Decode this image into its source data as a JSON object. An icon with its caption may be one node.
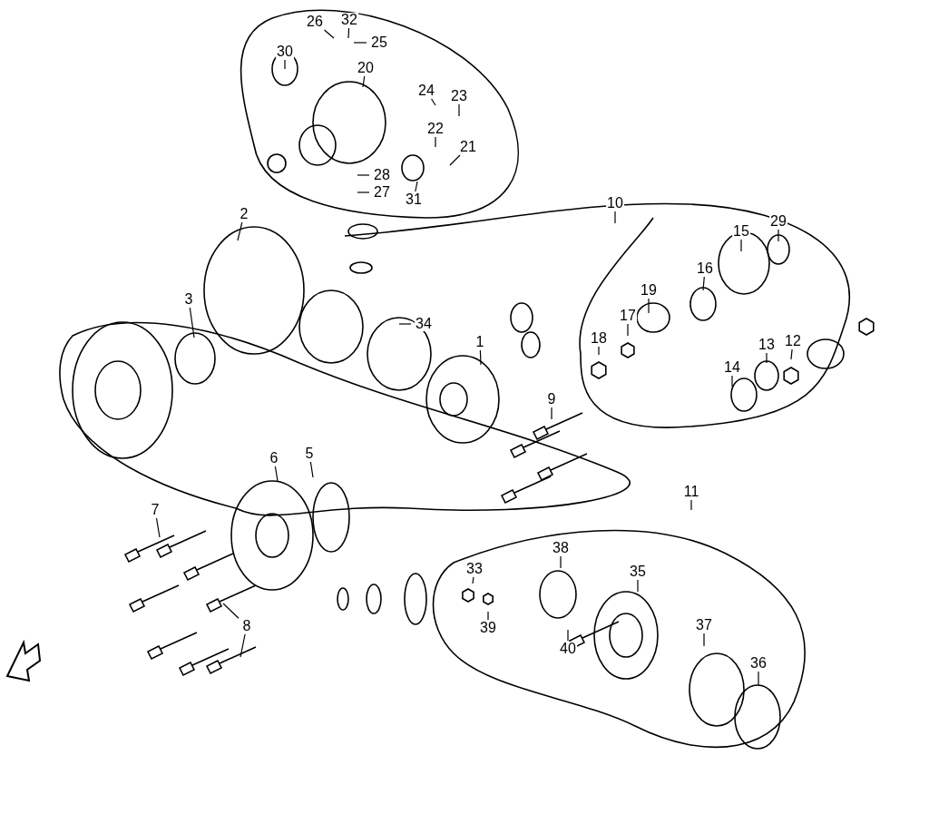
{
  "diagram": {
    "nodes": [
      {
        "text": [
          "26"
        ]
      },
      {
        "text": [
          "32"
        ]
      },
      {
        "text": [
          "25"
        ]
      },
      {
        "text": [
          "30"
        ]
      },
      {
        "text": [
          "20"
        ]
      },
      {
        "text": [
          "24"
        ]
      },
      {
        "text": [
          "23"
        ]
      },
      {
        "text": [
          "22"
        ]
      },
      {
        "text": [
          "21"
        ]
      },
      {
        "text": [
          "28"
        ]
      },
      {
        "text": [
          "27"
        ]
      },
      {
        "text": [
          "31"
        ]
      },
      {
        "text": [
          "10"
        ]
      },
      {
        "text": [
          "2"
        ]
      },
      {
        "text": [
          "29"
        ]
      },
      {
        "text": [
          "15"
        ]
      },
      {
        "text": [
          "16"
        ]
      },
      {
        "text": [
          "19"
        ]
      },
      {
        "text": [
          "3"
        ]
      },
      {
        "text": [
          "34"
        ]
      },
      {
        "text": [
          "17"
        ]
      },
      {
        "text": [
          "18"
        ]
      },
      {
        "text": [
          "1"
        ]
      },
      {
        "text": [
          "13"
        ]
      },
      {
        "text": [
          "12"
        ]
      },
      {
        "text": [
          "14"
        ]
      },
      {
        "text": [
          "9"
        ]
      },
      {
        "text": [
          "6"
        ]
      },
      {
        "text": [
          "5"
        ]
      },
      {
        "text": [
          "11"
        ]
      },
      {
        "text": [
          "7"
        ]
      },
      {
        "text": [
          "38"
        ]
      },
      {
        "text": [
          "33"
        ]
      },
      {
        "text": [
          "35"
        ]
      },
      {
        "text": [
          "8"
        ]
      },
      {
        "text": [
          "39"
        ]
      },
      {
        "text": [
          "37"
        ]
      },
      {
        "text": [
          "40"
        ]
      },
      {
        "text": [
          "36"
        ]
      }
    ],
    "edges": [
      {
        "from": 0,
        "to": null,
        "arrow": "none"
      },
      {
        "from": 1,
        "to": null,
        "arrow": "none"
      },
      {
        "from": 2,
        "to": null,
        "arrow": "none"
      },
      {
        "from": 3,
        "to": null,
        "arrow": "none"
      },
      {
        "from": 4,
        "to": null,
        "arrow": "none"
      },
      {
        "from": 5,
        "to": null,
        "arrow": "none"
      },
      {
        "from": 6,
        "to": null,
        "arrow": "none"
      },
      {
        "from": 7,
        "to": null,
        "arrow": "none"
      },
      {
        "from": 8,
        "to": null,
        "arrow": "none"
      },
      {
        "from": 9,
        "to": null,
        "arrow": "none"
      },
      {
        "from": 10,
        "to": null,
        "arrow": "none"
      },
      {
        "from": 11,
        "to": null,
        "arrow": "none"
      },
      {
        "from": 12,
        "to": null,
        "arrow": "none"
      },
      {
        "from": 13,
        "to": null,
        "arrow": "none"
      },
      {
        "from": 14,
        "to": null,
        "arrow": "none"
      },
      {
        "from": 15,
        "to": null,
        "arrow": "none"
      },
      {
        "from": 16,
        "to": null,
        "arrow": "none"
      },
      {
        "from": 17,
        "to": null,
        "arrow": "none"
      },
      {
        "from": 18,
        "to": null,
        "arrow": "none"
      },
      {
        "from": 19,
        "to": null,
        "arrow": "none"
      },
      {
        "from": 20,
        "to": null,
        "arrow": "none"
      },
      {
        "from": 21,
        "to": null,
        "arrow": "none"
      },
      {
        "from": 22,
        "to": null,
        "arrow": "none"
      },
      {
        "from": 23,
        "to": null,
        "arrow": "none"
      },
      {
        "from": 24,
        "to": null,
        "arrow": "none"
      },
      {
        "from": 25,
        "to": null,
        "arrow": "none"
      },
      {
        "from": 26,
        "to": null,
        "arrow": "none"
      },
      {
        "from": 27,
        "to": null,
        "arrow": "none"
      },
      {
        "from": 28,
        "to": null,
        "arrow": "none"
      },
      {
        "from": 29,
        "to": null,
        "arrow": "none"
      },
      {
        "from": 30,
        "to": null,
        "arrow": "none"
      },
      {
        "from": 31,
        "to": null,
        "arrow": "none"
      },
      {
        "from": 32,
        "to": null,
        "arrow": "none"
      },
      {
        "from": 33,
        "to": null,
        "arrow": "none"
      },
      {
        "from": 34,
        "to": null,
        "arrow": "none"
      },
      {
        "from": 35,
        "to": null,
        "arrow": "none"
      },
      {
        "from": 36,
        "to": null,
        "arrow": "none"
      },
      {
        "from": 37,
        "to": null,
        "arrow": "none"
      },
      {
        "from": 38,
        "to": null,
        "arrow": "none"
      },
      {
        "from": 34,
        "to": null,
        "arrow": "none"
      }
    ]
  }
}
